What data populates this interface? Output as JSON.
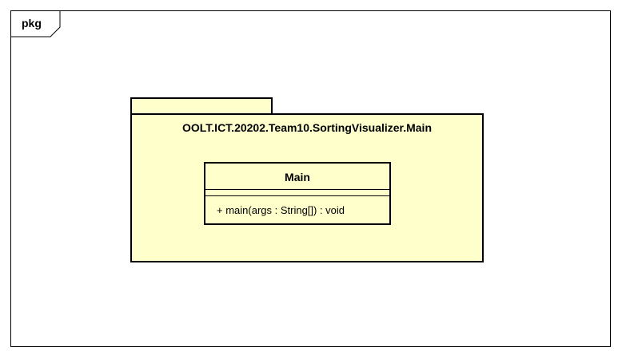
{
  "frame": {
    "label": "pkg"
  },
  "package": {
    "name": "OOLT.ICT.20202.Team10.SortingVisualizer.Main",
    "fill_color": "#ffffcc"
  },
  "class": {
    "name": "Main",
    "attributes": [],
    "operations": [
      "+ main(args : String[]) : void"
    ]
  }
}
